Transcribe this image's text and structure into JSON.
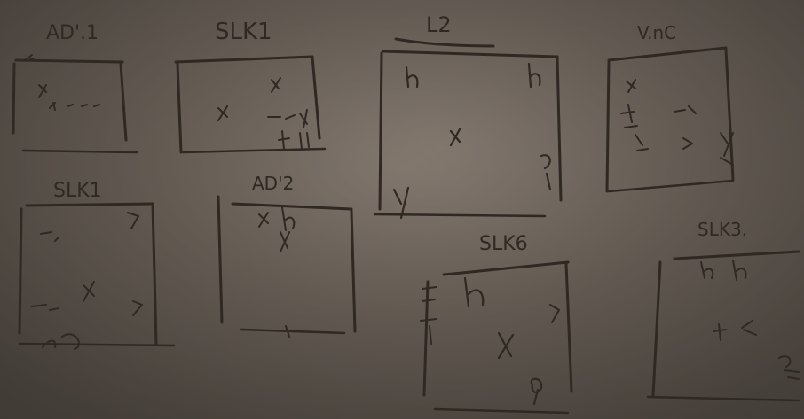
{
  "sketch": {
    "labels": [
      "AD'.1",
      "SLK1",
      "L2",
      "V.nC",
      "SLK1",
      "AD'2",
      "SLK6",
      "SLK3."
    ]
  }
}
